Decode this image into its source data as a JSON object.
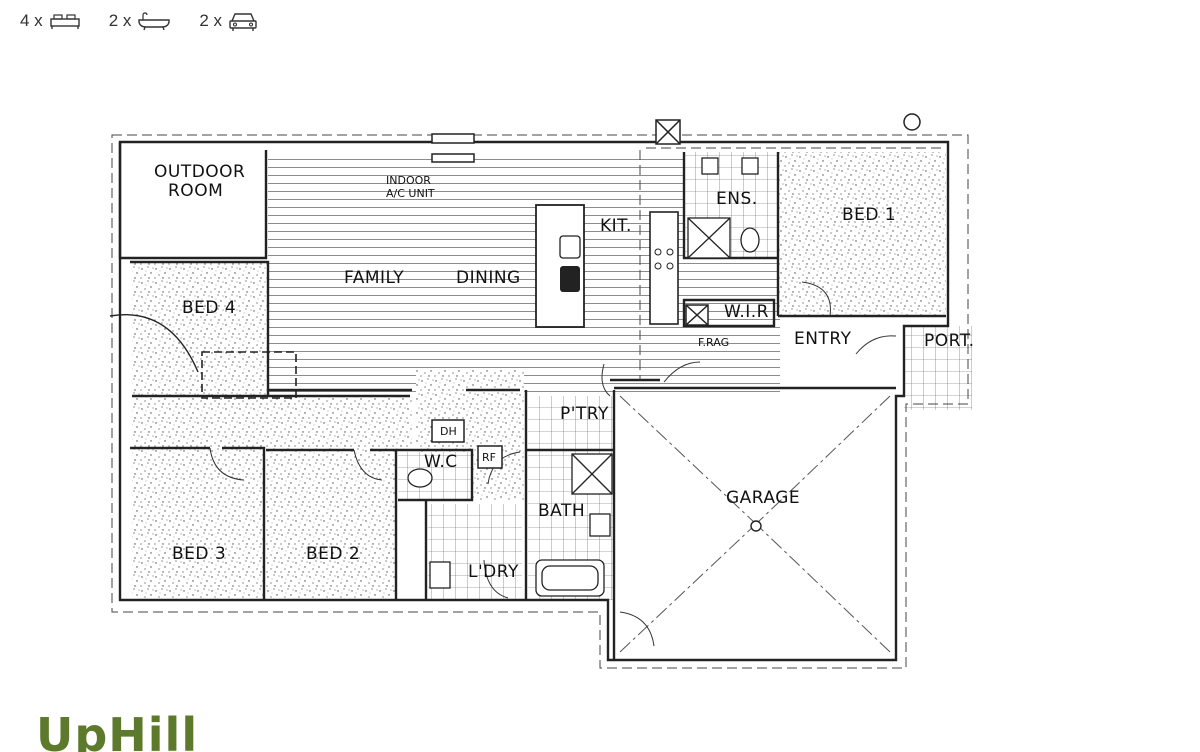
{
  "specs": {
    "bedrooms": {
      "count": "4 x",
      "icon": "bed-icon"
    },
    "bathrooms": {
      "count": "2 x",
      "icon": "bath-icon"
    },
    "cars": {
      "count": "2 x",
      "icon": "car-icon"
    }
  },
  "rooms": {
    "outdoor_room_1": "OUTDOOR",
    "outdoor_room_2": "ROOM",
    "family": "FAMILY",
    "dining": "DINING",
    "kitchen": "KIT.",
    "ensuite": "ENS.",
    "bed1": "BED 1",
    "bed4": "BED 4",
    "bed3": "BED 3",
    "bed2": "BED 2",
    "wir": "W.I.R",
    "entry": "ENTRY",
    "porch": "PORT.",
    "pantry": "P'TRY",
    "wc": "W.C",
    "bath": "BATH",
    "laundry": "L'DRY",
    "garage": "GARAGE"
  },
  "annotations": {
    "ac_1": "INDOOR",
    "ac_2": "A/C UNIT",
    "frag": "F.RAG",
    "dh": "DH",
    "rf": "RF"
  },
  "logo": {
    "text": "UpHill"
  },
  "colors": {
    "logo": "#5d7a2c",
    "lines": "#222222"
  }
}
